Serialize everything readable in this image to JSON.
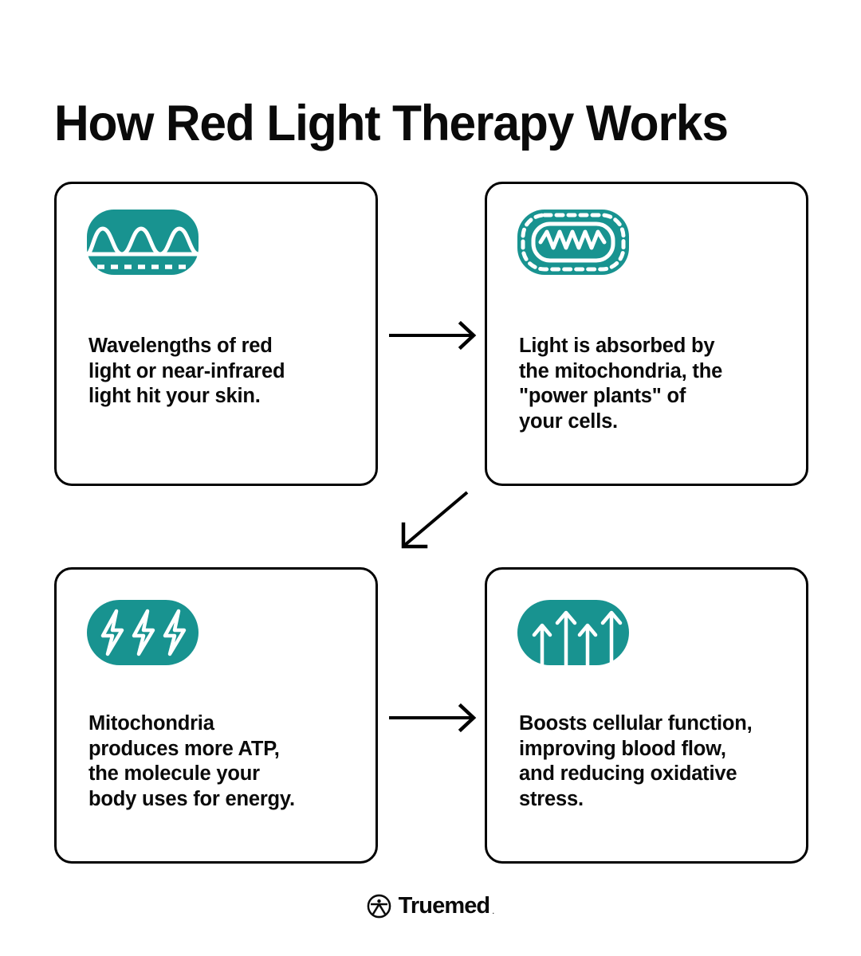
{
  "title": "How Red Light Therapy Works",
  "colors": {
    "teal": "#189390",
    "ink": "#0a0a0a",
    "background": "#ffffff",
    "icon_stroke": "#ffffff"
  },
  "cards": [
    {
      "id": "card-1",
      "icon": "light-waves-icon",
      "text": "Wavelengths of red\nlight or near-infrared\nlight hit your skin."
    },
    {
      "id": "card-2",
      "icon": "mitochondria-icon",
      "text": "Light is absorbed by\nthe mitochondria, the\n\"power plants\" of\nyour cells."
    },
    {
      "id": "card-3",
      "icon": "lightning-bolts-icon",
      "text": "Mitochondria\nproduces more ATP,\nthe molecule your\nbody uses for energy."
    },
    {
      "id": "card-4",
      "icon": "up-arrows-icon",
      "text": "Boosts cellular function,\nimproving blood flow,\nand reducing oxidative\nstress."
    }
  ],
  "arrows": [
    {
      "id": "arrow-right-top",
      "direction": "right"
    },
    {
      "id": "arrow-diagonal",
      "direction": "down-left"
    },
    {
      "id": "arrow-right-bottom",
      "direction": "right"
    }
  ],
  "footer": {
    "logo_mark": "truemed-circle-icon",
    "brand": "Truemed",
    "trademark": "."
  }
}
